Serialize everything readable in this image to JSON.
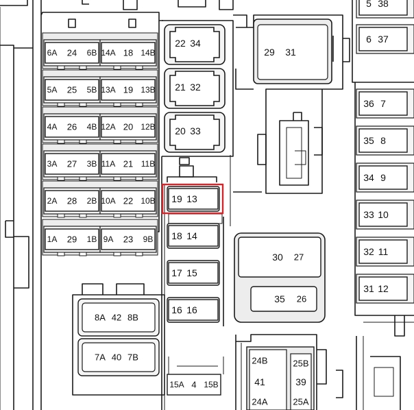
{
  "colors": {
    "line": "#1a1a1a",
    "panel_fill": "#ededed",
    "socket_fill": "#f4f4f4",
    "fuse_fill": "#ffffff",
    "highlight": "#d0262c"
  },
  "left_bank": {
    "fuses": [
      {
        "l": "6A",
        "n": "24",
        "r": "6B"
      },
      {
        "l": "14A",
        "n": "18",
        "r": "14B"
      },
      {
        "l": "5A",
        "n": "25",
        "r": "5B"
      },
      {
        "l": "13A",
        "n": "19",
        "r": "13B"
      },
      {
        "l": "4A",
        "n": "26",
        "r": "4B"
      },
      {
        "l": "12A",
        "n": "20",
        "r": "12B"
      },
      {
        "l": "3A",
        "n": "27",
        "r": "3B"
      },
      {
        "l": "11A",
        "n": "21",
        "r": "11B"
      },
      {
        "l": "2A",
        "n": "28",
        "r": "2B"
      },
      {
        "l": "10A",
        "n": "22",
        "r": "10B"
      },
      {
        "l": "1A",
        "n": "29",
        "r": "1B"
      },
      {
        "l": "9A",
        "n": "23",
        "r": "9B"
      }
    ]
  },
  "big_relays": [
    {
      "l": "8A",
      "n": "42",
      "r": "8B"
    },
    {
      "l": "7A",
      "n": "40",
      "r": "7B"
    }
  ],
  "center_fuses": [
    {
      "a": "22",
      "b": "34"
    },
    {
      "a": "21",
      "b": "32"
    },
    {
      "a": "20",
      "b": "33"
    }
  ],
  "mini_fuses": [
    {
      "a": "19",
      "b": "13",
      "highlighted": true
    },
    {
      "a": "18",
      "b": "14"
    },
    {
      "a": "17",
      "b": "15"
    },
    {
      "a": "16",
      "b": "16"
    }
  ],
  "bottom_fuse": {
    "l": "15A",
    "n": "4",
    "r": "15B"
  },
  "relay_top": {
    "a": "29",
    "b": "31"
  },
  "relay_mid": {
    "a": "30",
    "b": "27"
  },
  "relay_low": {
    "a": "35",
    "b": "26"
  },
  "bottom_relay": {
    "a_top": "24B",
    "a_num": "41",
    "a_bot": "24A",
    "b_top": "25B",
    "b_num": "39",
    "b_bot": "25A"
  },
  "right_fuses": [
    {
      "a": "5",
      "b": "38"
    },
    {
      "a": "6",
      "b": "37"
    },
    {
      "a": "36",
      "b": "7"
    },
    {
      "a": "35",
      "b": "8"
    },
    {
      "a": "34",
      "b": "9"
    },
    {
      "a": "33",
      "b": "10"
    },
    {
      "a": "32",
      "b": "11"
    },
    {
      "a": "31",
      "b": "12"
    }
  ]
}
